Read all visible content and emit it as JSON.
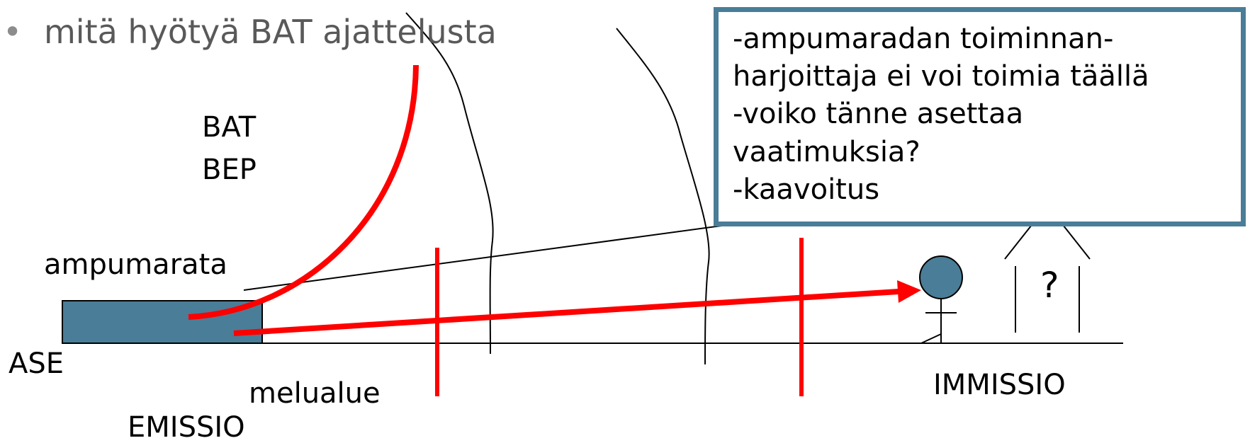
{
  "bullet": {
    "marker": "•",
    "text": "mitä hyötyä BAT ajattelusta"
  },
  "labels": {
    "bat": "BAT",
    "bep": "BEP",
    "ampumarata": "ampumarata",
    "ase": "ASE",
    "melualue": "melualue",
    "emissio": "EMISSIO",
    "immissio": "IMMISSIO",
    "question_mark": "?"
  },
  "callout": {
    "lines": [
      "-ampumaradan toiminnan-",
      "harjoittaja ei voi toimia täällä",
      "-voiko tänne asettaa",
      "vaatimuksia?",
      "-kaavoitus"
    ]
  },
  "colors": {
    "accent_red": "#ff0000",
    "box_blue": "#4a7d97",
    "callout_border": "#4a7d97",
    "bullet_text": "#595959"
  }
}
